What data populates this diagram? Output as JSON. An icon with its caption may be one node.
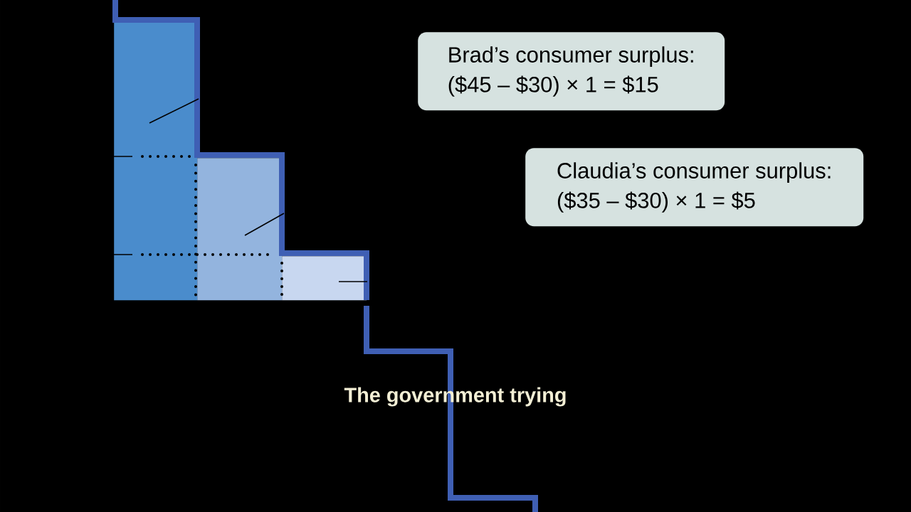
{
  "diagram": {
    "nodes": [
      {
        "text": [
          "Brad’s consumer surplus:",
          "($45 – $30) × 1 = $15"
        ]
      },
      {
        "text": [
          "Claudia’s consumer surplus:",
          "($35 – $30) × 1 = $5"
        ]
      },
      {
        "text": [],
        "shape": "bar"
      },
      {
        "text": [],
        "shape": "bar"
      },
      {
        "text": [],
        "shape": "bar"
      }
    ],
    "edges": [
      {
        "from": 2,
        "to": null,
        "arrow": "none"
      },
      {
        "from": 3,
        "to": null,
        "arrow": "none"
      },
      {
        "from": 4,
        "to": null,
        "arrow": "none"
      }
    ],
    "labels": [
      "The government trying"
    ]
  }
}
